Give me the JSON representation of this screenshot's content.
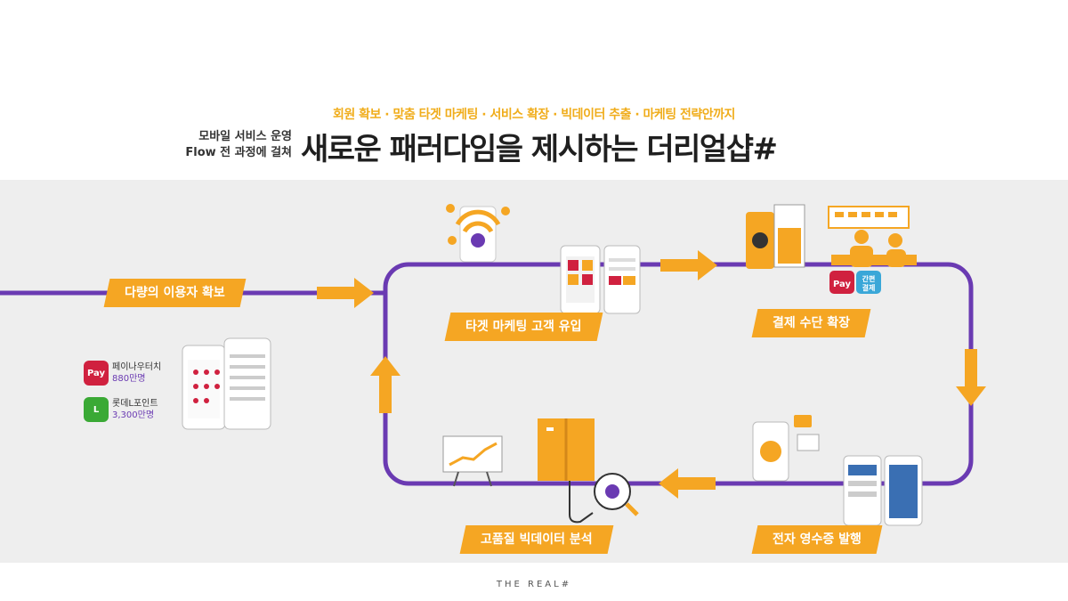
{
  "header": {
    "subtitle": "회원 확보 · 맞춤 타겟 마케팅 · 서비스 확장 · 빅데이터 추출 · 마케팅 전략안까지",
    "lead_line1": "모바일 서비스 운영",
    "lead_line2": "Flow 전 과정에 걸쳐",
    "title": "새로운 패러다임을 제시하는 더리얼샵#"
  },
  "steps": {
    "acquire": "다량의 이용자 확보",
    "target": "타겟 마케팅 고객 유입",
    "payment": "결제 수단 확장",
    "receipt": "전자 영수증 발행",
    "bigdata": "고품질 빅데이터 분석"
  },
  "legend": [
    {
      "icon_text": "Pay",
      "name": "페이나우터치",
      "count": "880만명",
      "color": "#d0213f"
    },
    {
      "icon_text": "L",
      "name": "롯데L포인트",
      "count": "3,300만명",
      "color": "#3aa935"
    }
  ],
  "badges": {
    "pay": "Pay",
    "card_line1": "간편",
    "card_line2": "결제"
  },
  "footer": "THE REAL#",
  "colors": {
    "accent": "#f5a623",
    "flow_line": "#6a3ab2",
    "background_band": "#eeeeee"
  }
}
